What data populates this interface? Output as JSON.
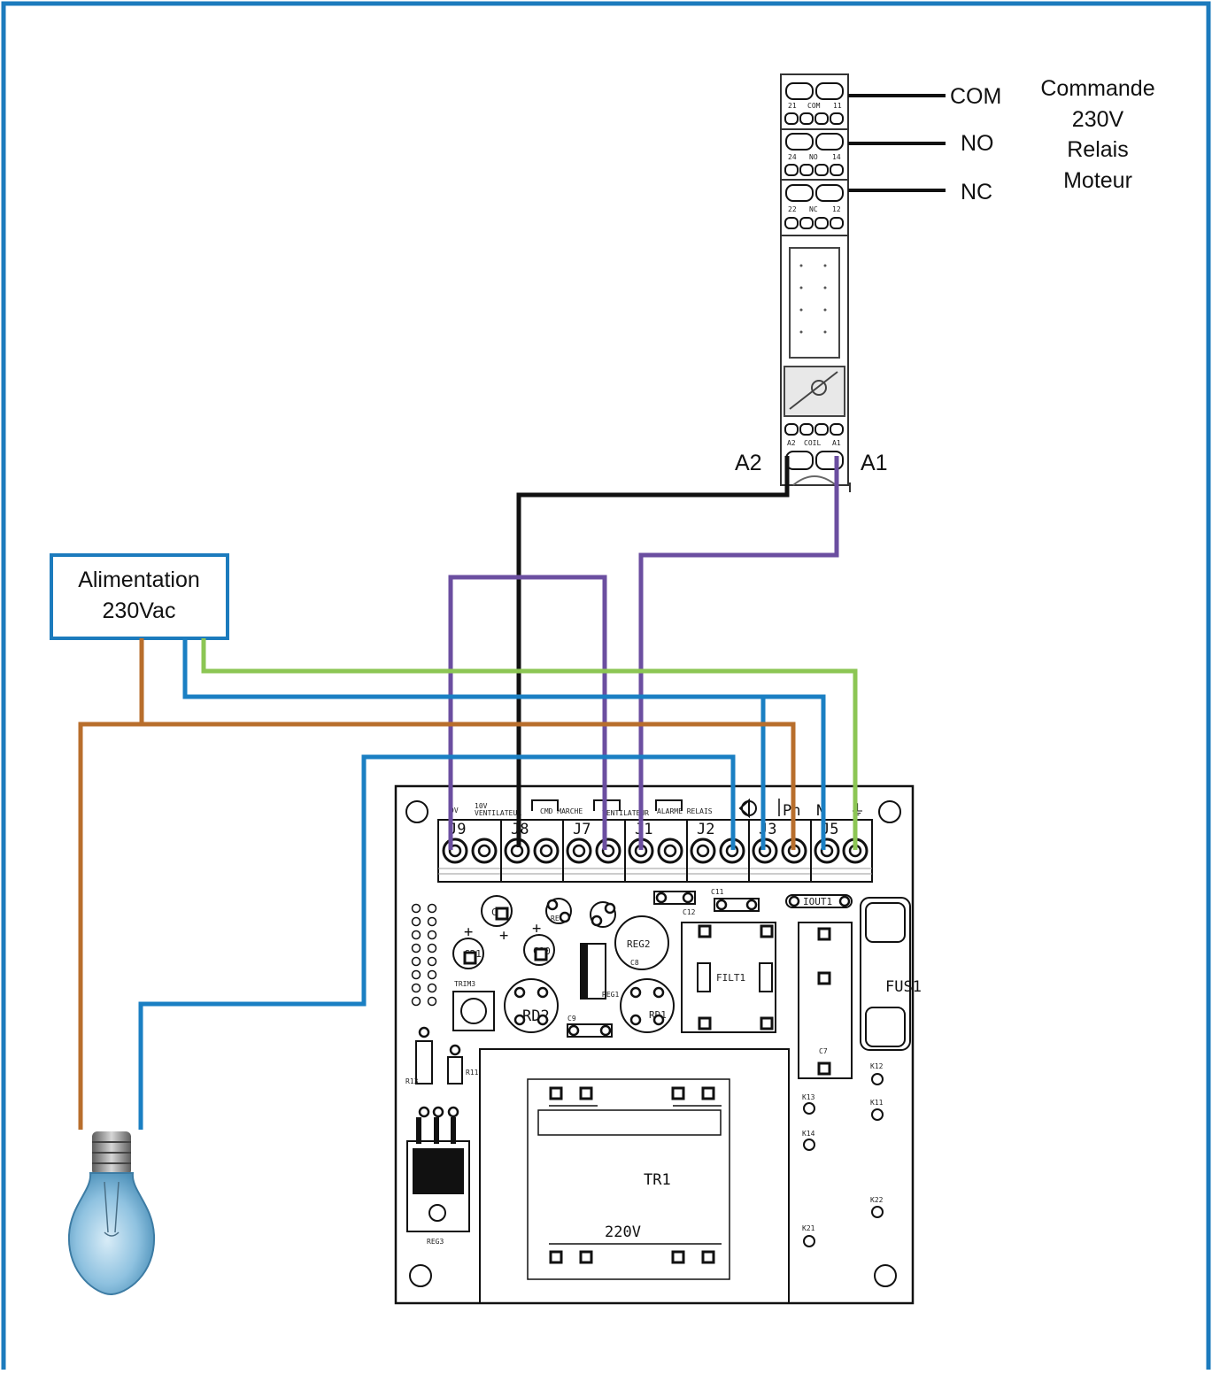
{
  "colors": {
    "frame": "#1c7bbd",
    "wire_black": "#111111",
    "wire_purple": "#6b4ea0",
    "wire_blue": "#1a7fc3",
    "wire_brown": "#b86e2c",
    "wire_green": "#8cc654"
  },
  "relay": {
    "contact_labels": {
      "com": "COM",
      "no": "NO",
      "nc": "NC"
    },
    "coil_labels": {
      "a1": "A1",
      "a2": "A2"
    },
    "title_lines": [
      "Commande",
      "230V",
      "Relais",
      "Moteur"
    ],
    "pin_marks": {
      "row1": [
        "21",
        "COM",
        "11"
      ],
      "row2": [
        "24",
        "NO",
        "14"
      ],
      "row3": [
        "22",
        "NC",
        "12"
      ],
      "coil": [
        "A2",
        "COIL",
        "A1"
      ]
    }
  },
  "power_supply": {
    "line1": "Alimentation",
    "line2": "230Vac"
  },
  "lamp": {
    "icon": "light-bulb-icon"
  },
  "board": {
    "header_labels": [
      "0V",
      "10V",
      "VENTILATEUR",
      "CMD MARCHE",
      "VENTILATEUR",
      "ALARME RELAIS",
      "Ph",
      "N",
      "⏚"
    ],
    "terminals": [
      "J9",
      "J8",
      "J7",
      "J1",
      "J2",
      "J3",
      "J5"
    ],
    "components": [
      "C20",
      "REG4",
      "REG2",
      "C12",
      "C11",
      "IOUT1",
      "C8",
      "C21",
      "C10",
      "REG1",
      "FILT1",
      "FUS1",
      "TRIM3",
      "RD2",
      "RD1",
      "C9",
      "C7",
      "K12",
      "K11",
      "K13",
      "K14",
      "K22",
      "K21",
      "R13",
      "R11",
      "REG3"
    ],
    "transformer": {
      "name": "TR1",
      "voltage": "220V"
    }
  }
}
